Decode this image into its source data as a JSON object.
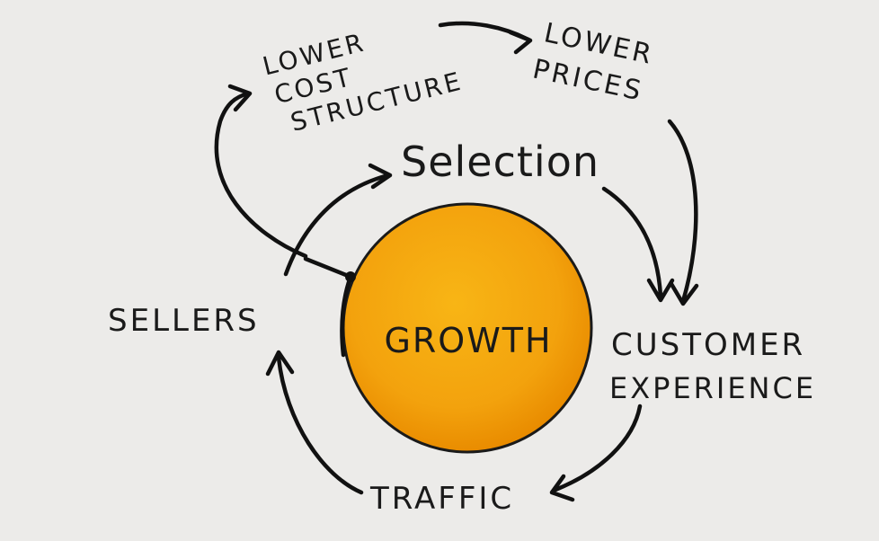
{
  "nodes": {
    "growth": "GROWTH",
    "selection": "Selection",
    "customer_experience": [
      "CUSTOMER",
      "EXPERIENCE"
    ],
    "traffic": "TRAFFIC",
    "sellers": "SELLERS",
    "lower_cost_structure": [
      "LOWER",
      "COST",
      "STRUCTURE"
    ],
    "lower_prices": [
      "LOWER",
      "PRICES"
    ]
  },
  "colors": {
    "background": "#ecebe9",
    "ink": "#111111",
    "circle_center": "#f8b515",
    "circle_edge": "#e98c00"
  }
}
